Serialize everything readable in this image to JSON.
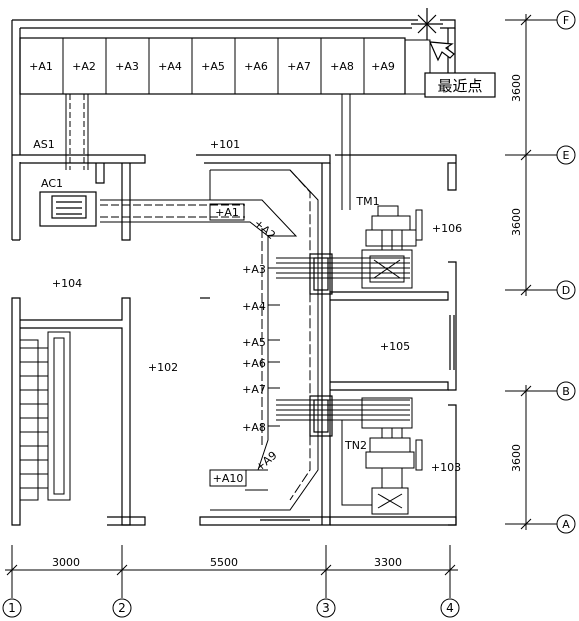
{
  "panel_row_labels": [
    "+A1",
    "+A2",
    "+A3",
    "+A4",
    "+A5",
    "+A6",
    "+A7",
    "+A8",
    "+A9"
  ],
  "rooms": {
    "r101": "+101",
    "r102": "+102",
    "r103": "+103",
    "r104": "+104",
    "r105": "+105",
    "r106": "+106"
  },
  "equipment": {
    "as1": "AS1",
    "ac1": "AC1",
    "tm1": "TM1",
    "tn2": "TN2"
  },
  "corridor_labels": {
    "a1": "+A1",
    "a2": "+A2",
    "a3": "+A3",
    "a4": "+A4",
    "a5": "+A5",
    "a6": "+A6",
    "a7": "+A7",
    "a8": "+A8",
    "a9": "+A9",
    "a10": "+A10"
  },
  "tooltip": {
    "text": "最近点"
  },
  "dimensions": {
    "bottom": [
      "3000",
      "5500",
      "3300"
    ],
    "right": [
      "3600",
      "3600",
      "3600"
    ]
  },
  "axis_markers": {
    "numbers": [
      "1",
      "2",
      "3",
      "4"
    ],
    "letters": [
      "F",
      "E",
      "D",
      "B",
      "A"
    ]
  }
}
